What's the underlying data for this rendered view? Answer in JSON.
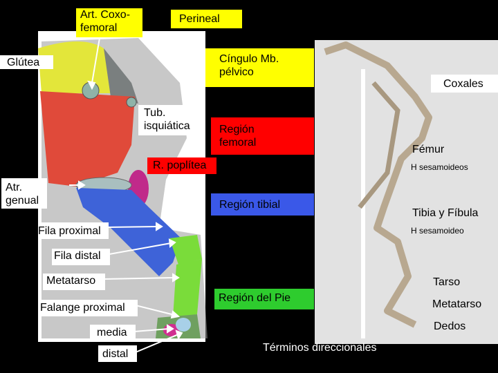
{
  "colors": {
    "background": "#000000",
    "label_yellow": "#ffff00",
    "label_red": "#ff0000",
    "label_gray": "#c8c8c8",
    "arrow": "#ffffff"
  },
  "left_labels": {
    "art_coxofemoral": "Art. Coxo-\nfemoral",
    "perineal": "Perineal",
    "glutea": "Glútea",
    "cingulo": "Cíngulo Mb.\npélvico",
    "tub_isquiatica": "Tub.\nisquiática",
    "region_femoral": "Región\nfemoral",
    "r_poplitea": "R. poplítea",
    "atr_genual": "Atr.\ngenual",
    "region_tibial": "Región tibial",
    "fila_proximal": "Fila proximal",
    "fila_distal": "Fila distal",
    "metatarso": "Metatarso",
    "region_pie": "Región del Pie",
    "falange_proximal": "Falange proximal",
    "media": "media",
    "distal": "distal",
    "terminos": "Términos direccionales"
  },
  "right_labels": {
    "coxales": "Coxales",
    "femur": "Fémur",
    "h_sesamoideos": "H sesamoideos",
    "tibia_fibula": "Tibia y Fíbula",
    "h_sesamoideo": "H sesamoideo",
    "tarso": "Tarso",
    "metatarso": "Metatarso",
    "dedos": "Dedos"
  }
}
